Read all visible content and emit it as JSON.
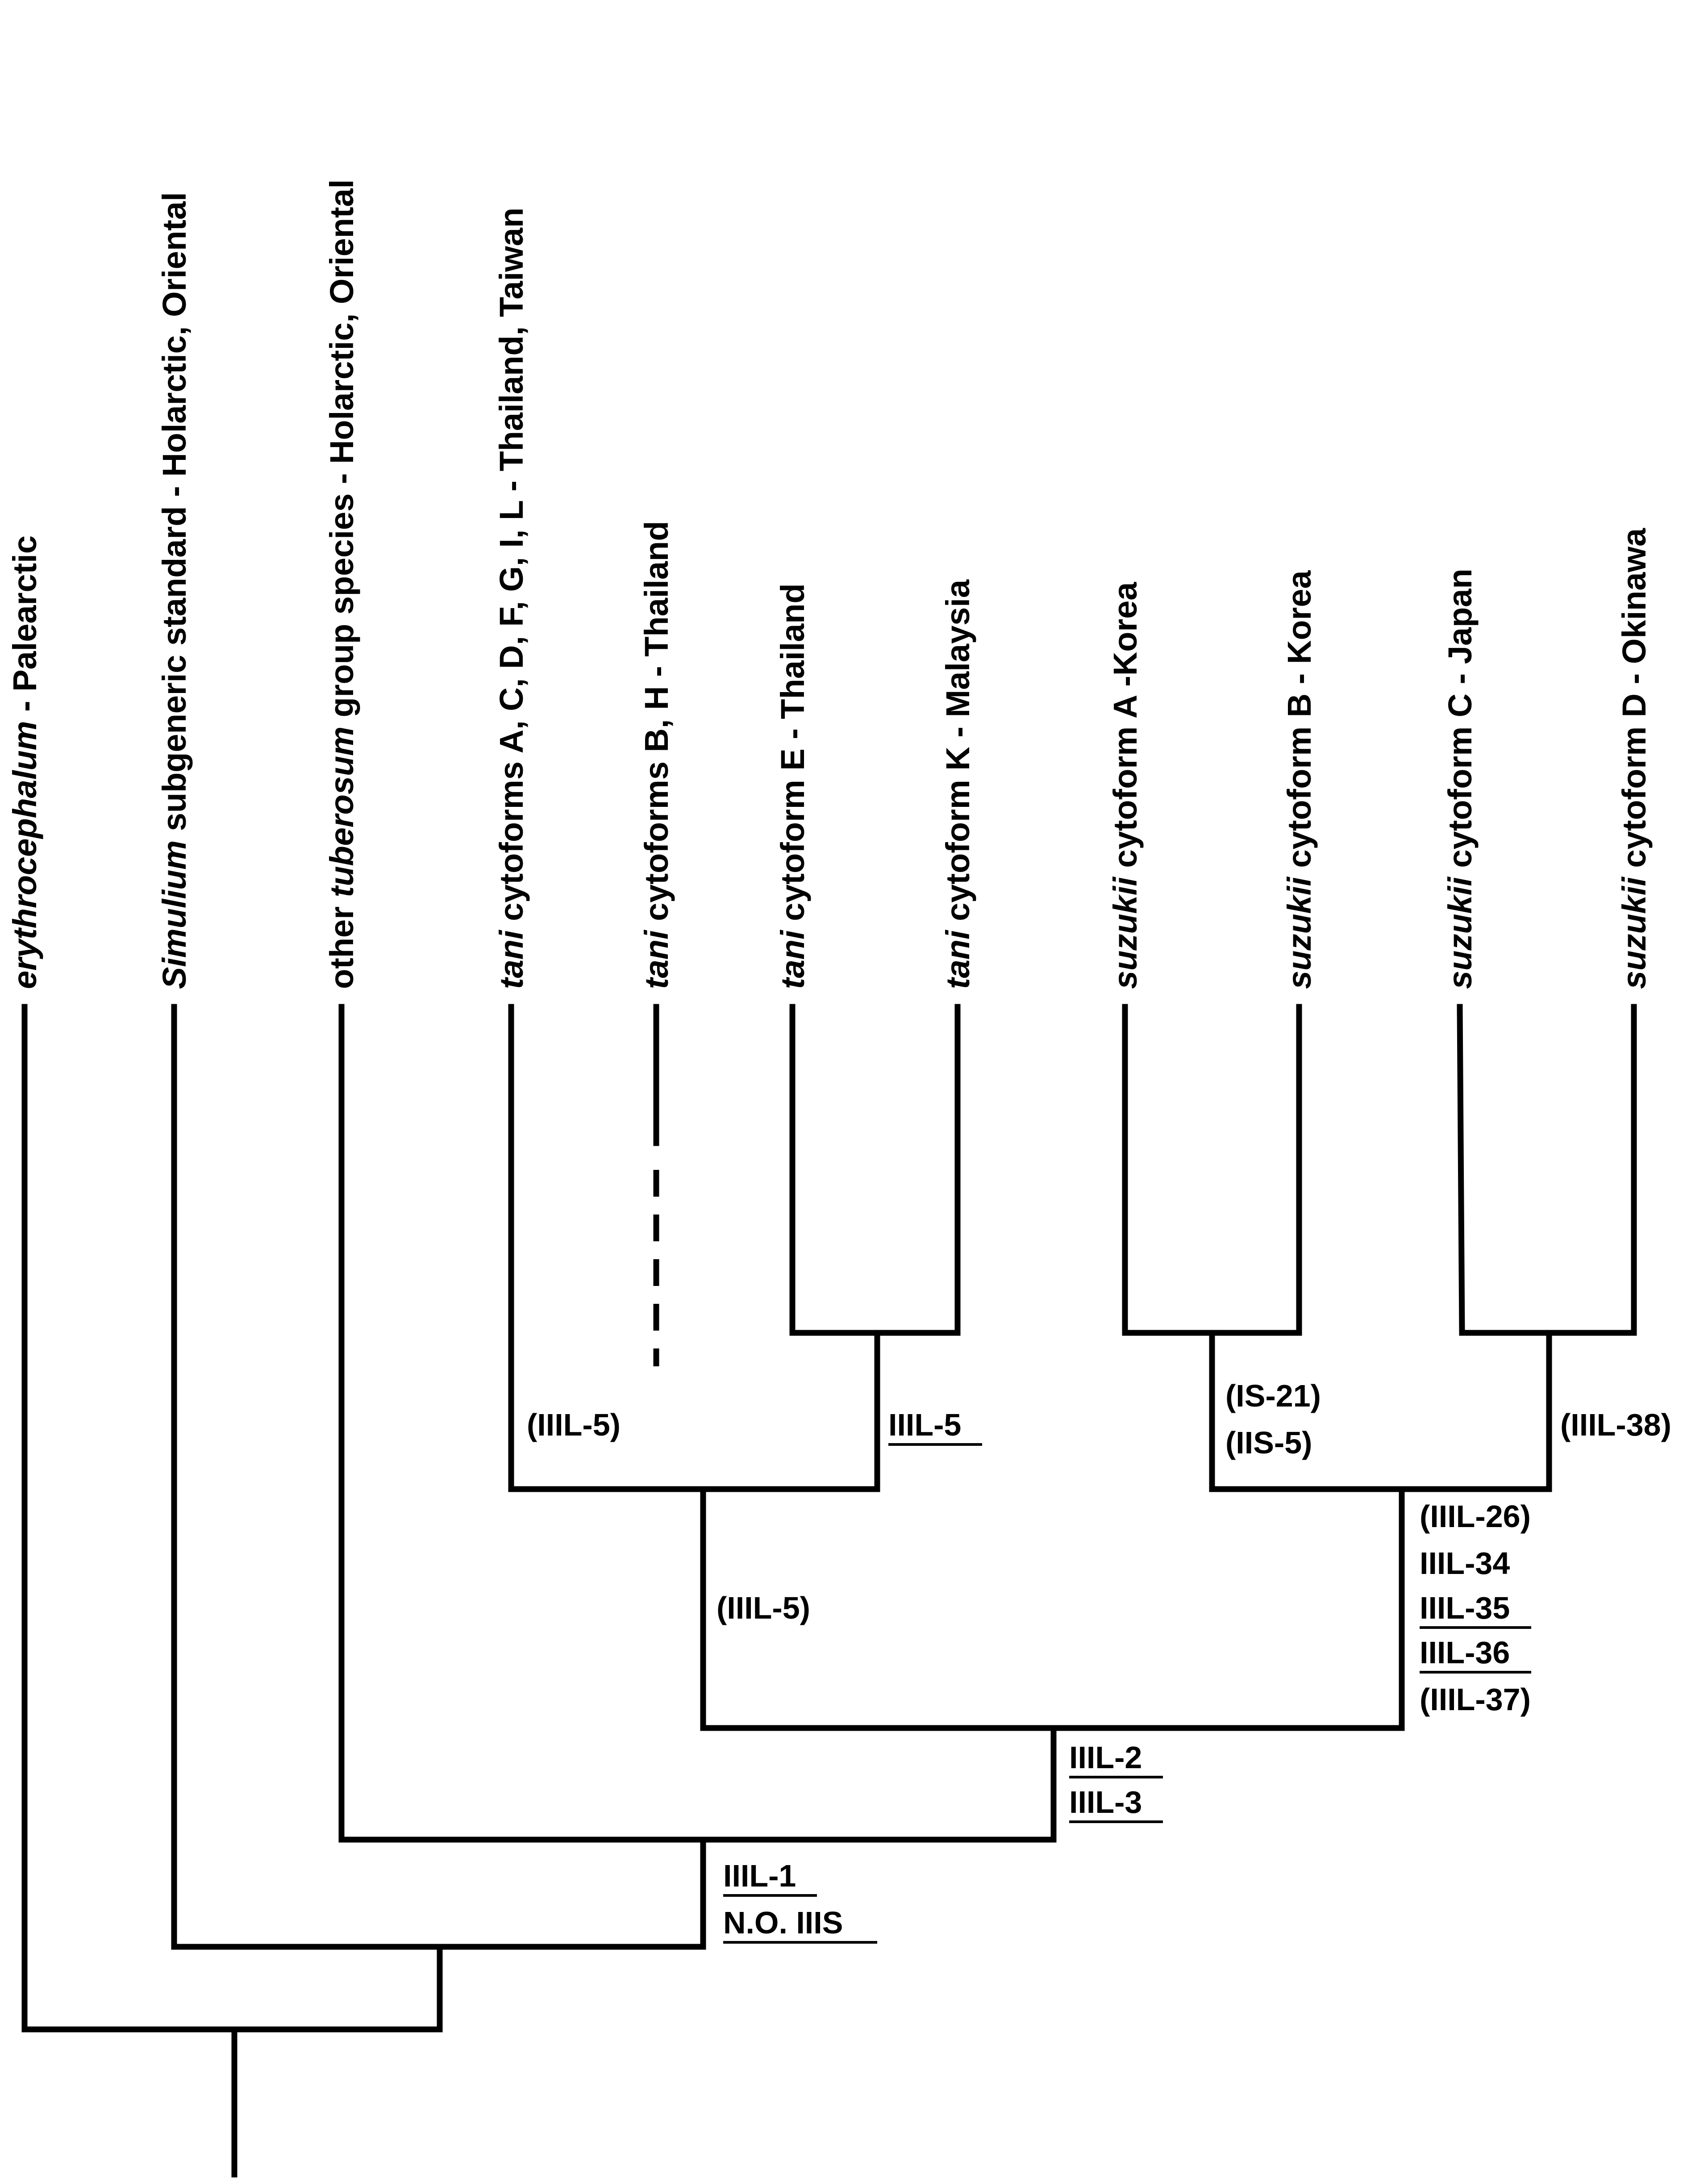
{
  "taxa": [
    {
      "italic": "erythrocephalum",
      "rest": " - Palearctic"
    },
    {
      "italic": "Simulium",
      "rest": " subgeneric standard - Holarctic, Oriental"
    },
    {
      "prefix": "other ",
      "italic": "tuberosum",
      "rest": " group species - Holarctic, Oriental"
    },
    {
      "italic": "tani",
      "rest": " cytoforms A, C, D, F, G, I, L - Thailand, Taiwan"
    },
    {
      "italic": "tani",
      "rest": " cytoforms B, H - Thailand"
    },
    {
      "italic": "tani",
      "rest": " cytoform E - Thailand"
    },
    {
      "italic": "tani",
      "rest": " cytoform K - Malaysia"
    },
    {
      "italic": "suzukii",
      "rest": " cytoform A -Korea"
    },
    {
      "italic": "suzukii",
      "rest": " cytoform B - Korea"
    },
    {
      "italic": "suzukii",
      "rest": " cytoform C - Japan"
    },
    {
      "italic": "suzukii",
      "rest": " cytoform D - Okinawa"
    }
  ],
  "changes": {
    "tani_ACDFGIL": [
      "(IIIL-5)"
    ],
    "tani_EK": [
      "IIIL-5"
    ],
    "tani_all": [
      "(IIIL-5)"
    ],
    "suzukii_AB": [
      "(IS-21)",
      "(IIS-5)"
    ],
    "suzukii_CD": [
      "(IIIL-38)"
    ],
    "suzukii_all": [
      "(IIIL-26)",
      "IIIL-34",
      "IIIL-35",
      "IIIL-36",
      "(IIIL-37)"
    ],
    "tani_suzukii": [
      "IIIL-2",
      "IIIL-3"
    ],
    "tuberosum_group": [
      "IIIL-1",
      "N.O. IIIS"
    ]
  }
}
